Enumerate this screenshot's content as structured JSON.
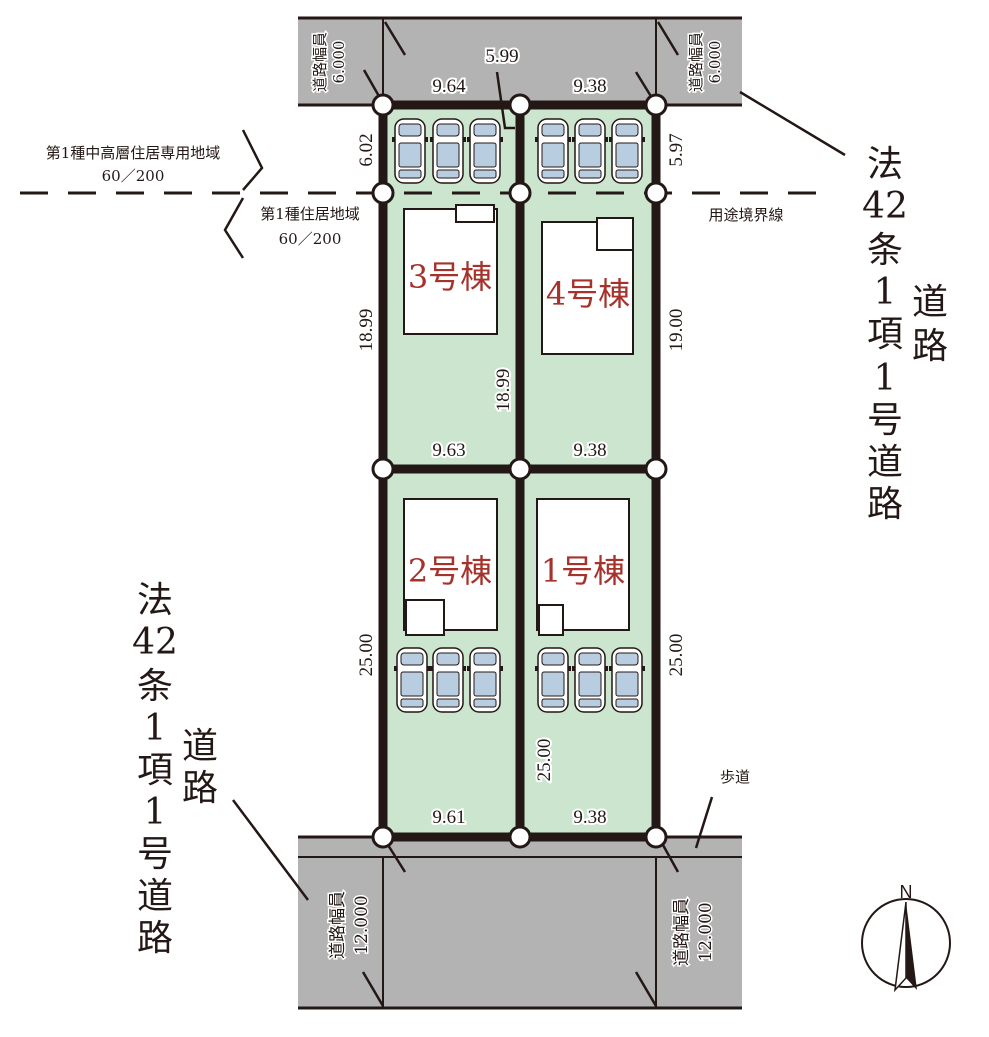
{
  "colors": {
    "lot": "#cbe5cf",
    "road": "#b3b3b3",
    "line": "#231815",
    "building_label": "#a5322b",
    "car_glass": "#b8cde0"
  },
  "top_road": {
    "width_label": "道路幅員",
    "width_value": "6.000"
  },
  "bottom_road": {
    "width_label": "道路幅員",
    "width_value": "12.000",
    "sidewalk": "歩道"
  },
  "zoning": {
    "upper_zone": "第1種中高層住居専用地域",
    "upper_ratio": "60／200",
    "lower_zone": "第1種住居地域",
    "lower_ratio": "60／200",
    "boundary_label": "用途境界線"
  },
  "road_class": {
    "chars": [
      "法",
      "42",
      "条",
      "1",
      "項",
      "1",
      "号",
      "道",
      "路"
    ],
    "side_chars": [
      "道",
      "路"
    ]
  },
  "dimensions": {
    "top_left": "9.64",
    "top_right": "9.38",
    "top_corner": "5.99",
    "left_upper": "6.02",
    "right_upper": "5.97",
    "left_mid": "18.99",
    "center_mid": "18.99",
    "right_mid": "19.00",
    "mid_left": "9.63",
    "mid_right": "9.38",
    "left_lower": "25.00",
    "center_lower": "25.00",
    "right_lower": "25.00",
    "bottom_left": "9.61",
    "bottom_right": "9.38"
  },
  "buildings": [
    {
      "id": "3",
      "label": "3号棟"
    },
    {
      "id": "4",
      "label": "4号棟"
    },
    {
      "id": "2",
      "label": "2号棟"
    },
    {
      "id": "1",
      "label": "1号棟"
    }
  ],
  "north": {
    "label": "N"
  }
}
